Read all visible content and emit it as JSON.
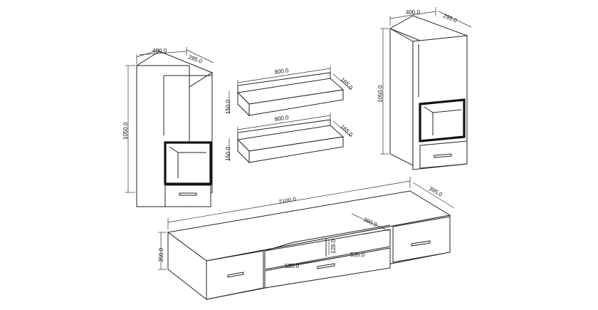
{
  "palette": {
    "line": "#222222",
    "frame": "#111111",
    "background": "#ffffff"
  },
  "left_cabinet": {
    "width": "400.0",
    "depth": "295.0",
    "height": "1050.0"
  },
  "shelf_top": {
    "width": "800.0",
    "depth": "165.0",
    "height": "150.0"
  },
  "shelf_bottom": {
    "width": "800.0",
    "depth": "165.0",
    "height": "150.0"
  },
  "right_cabinet": {
    "width": "400.0",
    "depth": "295.0",
    "height": "1050.0"
  },
  "tv_unit": {
    "width": "2100.0",
    "depth": "395.0",
    "height": "350.0",
    "inner_depth": "360.0",
    "inner_height": "128.0",
    "drawer_left": "535.0",
    "drawer_right": "535.0"
  }
}
